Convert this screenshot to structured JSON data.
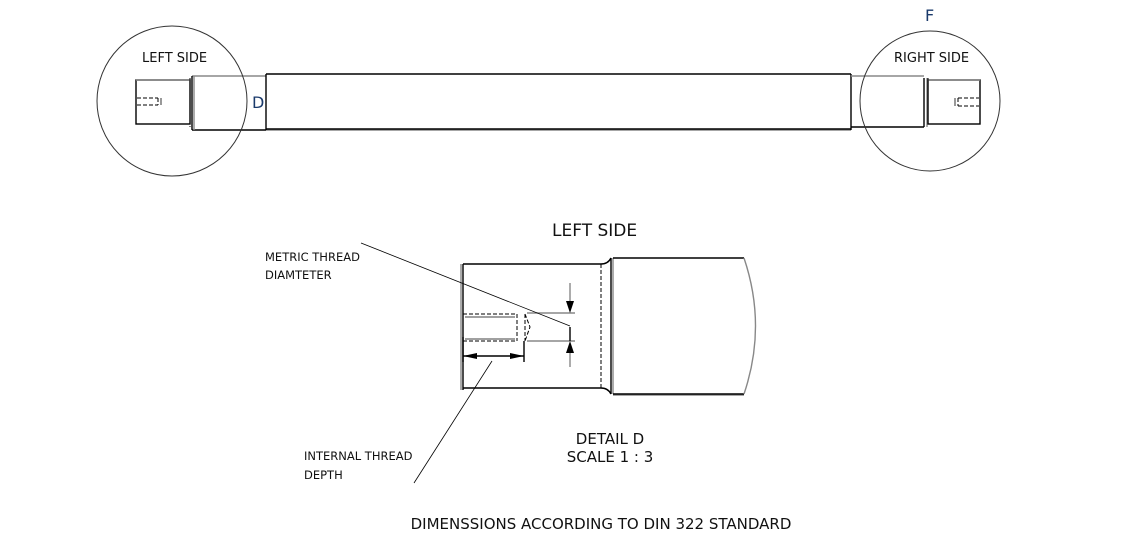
{
  "drawing": {
    "type": "technical-drawing",
    "main_view": {
      "left_detail_circle": {
        "label": "LEFT SIDE"
      },
      "right_detail_circle": {
        "label": "RIGHT SIDE"
      },
      "detail_marker_left": "D",
      "detail_marker_right": "F"
    },
    "detail_view": {
      "title": "LEFT SIDE",
      "callouts": {
        "metric_thread": {
          "line1": "METRIC THREAD",
          "line2": "DIAMTETER"
        },
        "internal_thread": {
          "line1": "INTERNAL THREAD",
          "line2": "DEPTH"
        }
      },
      "detail_caption": {
        "line1": "DETAIL D",
        "line2": "SCALE 1 : 3"
      }
    },
    "footer_note": "DIMENSSIONS ACCORDING TO DIN 322 STANDARD",
    "colors": {
      "line": "#000000",
      "secondary_line": "#888888",
      "detail_letter": "#1a3a6b"
    }
  }
}
